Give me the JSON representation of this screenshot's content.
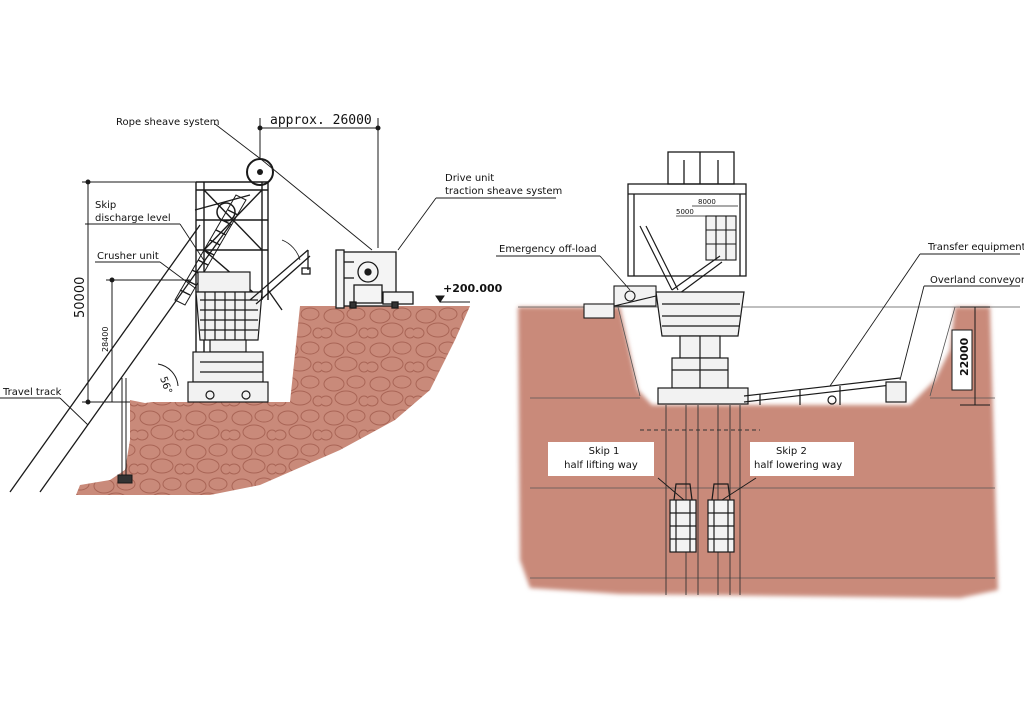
{
  "left_view": {
    "rope_sheave_label": "Rope sheave system",
    "approx_dimension": "approx. 26000",
    "drive_unit_label_line1": "Drive unit",
    "drive_unit_label_line2": "traction sheave system",
    "skip_discharge_line1": "Skip",
    "skip_discharge_line2": "discharge level",
    "crusher_unit_label": "Crusher unit",
    "height_dimension": "50000",
    "inner_height_dimension": "28400",
    "angle_label": "56°",
    "travel_track_label": "Travel track",
    "elevation_label": "+200.000"
  },
  "right_view": {
    "emergency_label": "Emergency off-load",
    "transfer_label": "Transfer equipment",
    "overland_label": "Overland conveyor",
    "depth_dimension": "22000",
    "width_dimension": "8000",
    "offset_dimension": "5000",
    "skip1_line1": "Skip 1",
    "skip1_line2": "half lifting way",
    "skip2_line1": "Skip 2",
    "skip2_line2": "half lowering way"
  },
  "colors": {
    "rock_fill": "#c98a7a",
    "rock_edge": "#b57061",
    "line": "#1a1a1a"
  }
}
